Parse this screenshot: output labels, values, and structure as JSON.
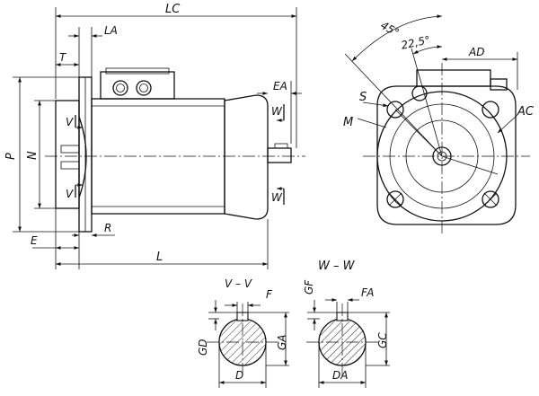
{
  "labels": {
    "LC": "LC",
    "LA": "LA",
    "T": "T",
    "EA": "EA",
    "P": "P",
    "N": "N",
    "V_top": "V",
    "V_bottom": "V",
    "W_right_top": "W",
    "W_right_bottom": "W",
    "E": "E",
    "R": "R",
    "L": "L",
    "angle_45": "45°",
    "angle_22_5": "22,5°",
    "AD": "AD",
    "S": "S",
    "M": "M",
    "AC": "AC",
    "section_VV": "V – V",
    "section_WW": "W – W",
    "F": "F",
    "GF": "GF",
    "FA": "FA",
    "GD": "GD",
    "GA": "GA",
    "GC": "GC",
    "D": "D",
    "DA": "DA"
  }
}
